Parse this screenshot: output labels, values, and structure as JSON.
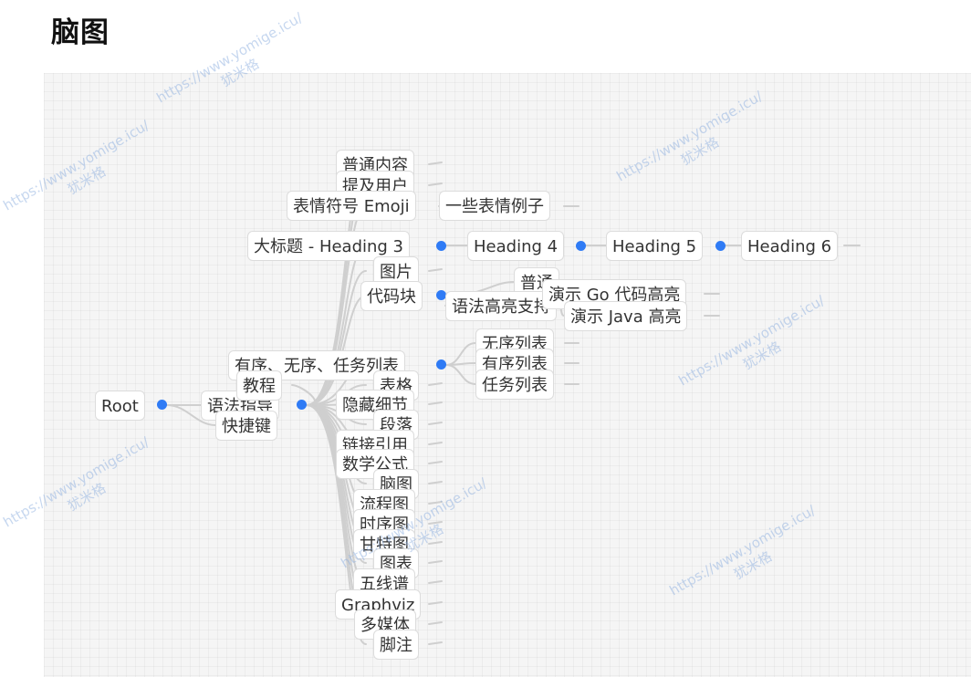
{
  "page": {
    "title": "脑图"
  },
  "mindmap": {
    "root": {
      "label": "Root"
    },
    "level1": [
      {
        "label": "语法指导"
      },
      {
        "label": "快捷键"
      }
    ],
    "level2": [
      {
        "label": "普通内容"
      },
      {
        "label": "提及用户"
      },
      {
        "label": "表情符号 Emoji"
      },
      {
        "label": "大标题 - Heading 3"
      },
      {
        "label": "图片"
      },
      {
        "label": "代码块"
      },
      {
        "label": "有序、无序、任务列表"
      },
      {
        "label": "教程"
      },
      {
        "label": "表格"
      },
      {
        "label": "隐藏细节"
      },
      {
        "label": "段落"
      },
      {
        "label": "链接引用"
      },
      {
        "label": "数学公式"
      },
      {
        "label": "脑图"
      },
      {
        "label": "流程图"
      },
      {
        "label": "时序图"
      },
      {
        "label": "甘特图"
      },
      {
        "label": "图表"
      },
      {
        "label": "五线谱"
      },
      {
        "label": "Graphviz"
      },
      {
        "label": "多媒体"
      },
      {
        "label": "脚注"
      }
    ],
    "emoji_children": [
      {
        "label": "一些表情例子"
      }
    ],
    "heading_chain": [
      {
        "label": "Heading 4"
      },
      {
        "label": "Heading 5"
      },
      {
        "label": "Heading 6"
      }
    ],
    "code_children": [
      {
        "label": "普通"
      },
      {
        "label": "语法高亮支持"
      }
    ],
    "syntax_children": [
      {
        "label": "演示 Go 代码高亮"
      },
      {
        "label": "演示 Java 高亮"
      }
    ],
    "list_children": [
      {
        "label": "无序列表"
      },
      {
        "label": "有序列表"
      },
      {
        "label": "任务列表"
      }
    ]
  },
  "watermark": {
    "url": "https://www.yomige.icu/",
    "name": "犹米格"
  },
  "colors": {
    "accent_dot": "#2f7bf5",
    "link_line": "#cfcfcf",
    "canvas_bg": "#f5f5f5"
  }
}
